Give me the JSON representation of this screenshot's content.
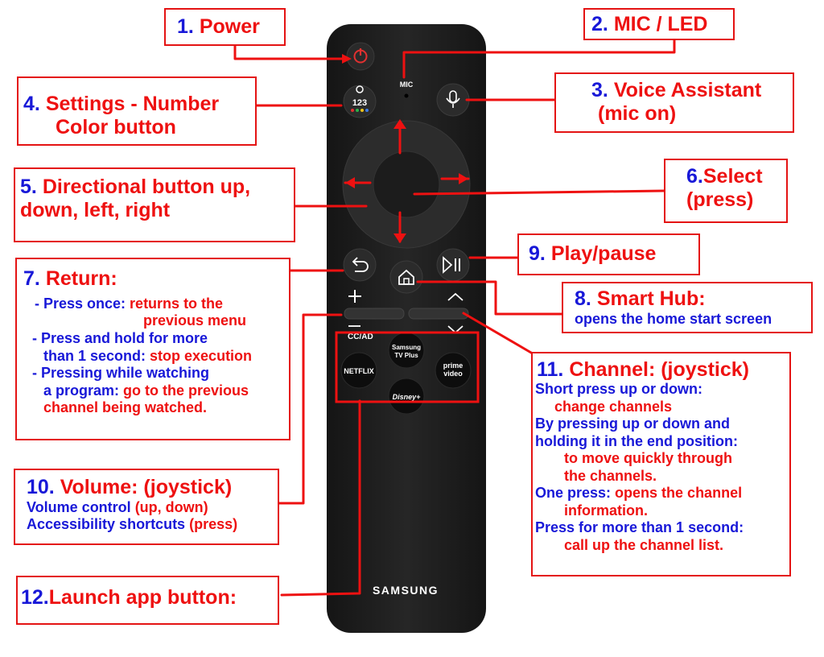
{
  "remote": {
    "mic_label": "MIC",
    "number_label": "123",
    "cc_label": "CC/AD",
    "netflix_label": "NETFLIX",
    "samsung_tv_line1": "Samsung",
    "samsung_tv_line2": "TV Plus",
    "prime_line1": "prime",
    "prime_line2": "video",
    "disney_label": "Disney+",
    "brand_label": "SAMSUNG"
  },
  "callouts": {
    "power": {
      "num": "1.",
      "title": "Power"
    },
    "mic_led": {
      "num": "2.",
      "title": "MIC / LED"
    },
    "voice": {
      "num": "3.",
      "title": "Voice Assistant",
      "line2": "(mic on)"
    },
    "settings": {
      "num": "4.",
      "title": "Settings - Number",
      "line2": "Color button"
    },
    "directional": {
      "num": "5.",
      "title": "Directional button up,",
      "line2": "down, left, right"
    },
    "select": {
      "num": "6.",
      "title": "Select",
      "line2": "(press)"
    },
    "return": {
      "num": "7.",
      "title": "Return:",
      "l1a": "- Press once: ",
      "l1b": "returns to the",
      "l2": "previous menu",
      "l3": "- Press and hold for more",
      "l4a": "than 1 second: ",
      "l4b": "stop execution",
      "l5": "- Pressing while watching",
      "l6a": "a program: ",
      "l6b": "go to the previous",
      "l7": "channel being watched."
    },
    "smart_hub": {
      "num": "8.",
      "title": "Smart Hub:",
      "line2": "opens the home start screen"
    },
    "play_pause": {
      "num": "9.",
      "title": "Play/pause"
    },
    "volume": {
      "num": "10.",
      "title": "Volume: (joystick)",
      "l1a": "Volume control ",
      "l1b": "(up, down)",
      "l2a": "Accessibility shortcuts ",
      "l2b": "(press)"
    },
    "channel": {
      "num": "11.",
      "title": "Channel: (joystick)",
      "l1": "Short press up or down:",
      "l2": "change channels",
      "l3": "By pressing up or down and",
      "l4": "holding it in the end position:",
      "l5": "to move quickly through",
      "l6": "the channels.",
      "l7a": "One press: ",
      "l7b": "opens the channel",
      "l8": "information.",
      "l9": "Press for more than 1 second:",
      "l10": "call up the channel list."
    },
    "launch": {
      "num": "12.",
      "title": "Launch app button:"
    }
  },
  "colors": {
    "label_red": "#ee1111",
    "label_blue": "#1818d8",
    "remote_body": "#1e1e1e",
    "power_red": "#d42020"
  }
}
